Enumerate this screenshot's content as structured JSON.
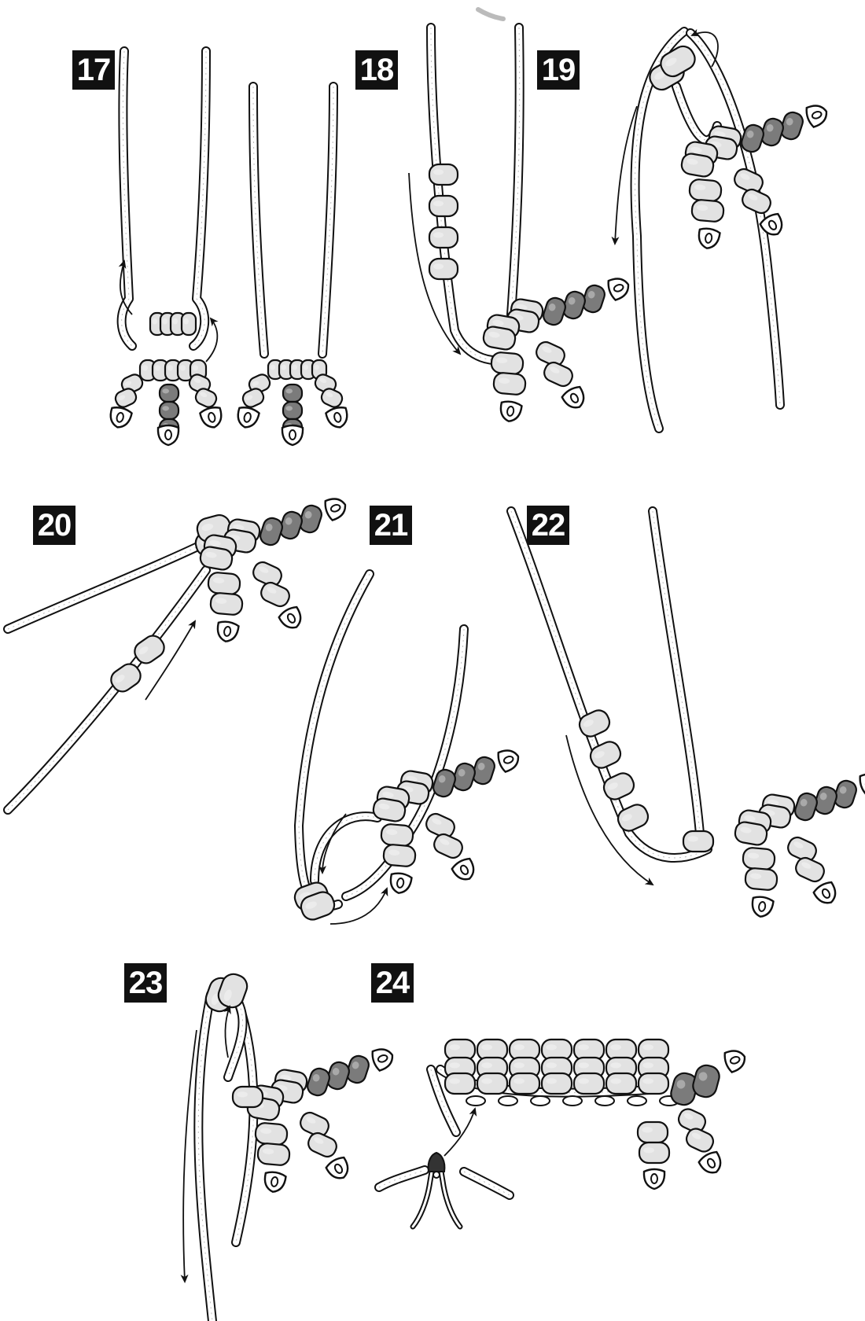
{
  "steps": [
    {
      "number": "17"
    },
    {
      "number": "18"
    },
    {
      "number": "19"
    },
    {
      "number": "20"
    },
    {
      "number": "21"
    },
    {
      "number": "22"
    },
    {
      "number": "23"
    },
    {
      "number": "24"
    }
  ],
  "colors": {
    "light_bead": "#e2e2e2",
    "dark_bead": "#7b7b7b",
    "cord_fill": "#ffffff",
    "line": "#111111",
    "badge_bg": "#111111",
    "badge_text": "#ffffff"
  },
  "icons": {
    "arrow": "curved-arrow-icon",
    "tool": "wire-cutter-icon"
  }
}
